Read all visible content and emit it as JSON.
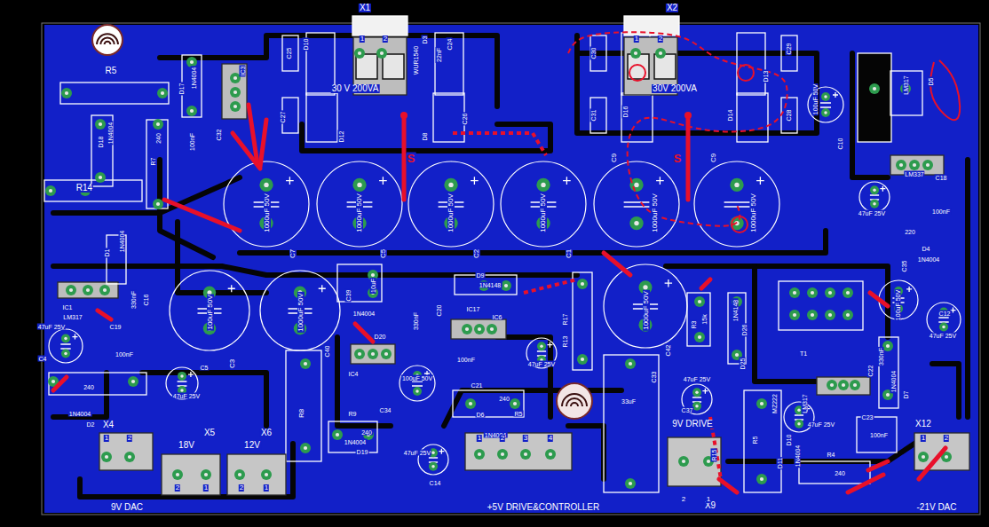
{
  "diagram": {
    "labels": [
      "X1",
      "1",
      "2",
      "30 V 200VA",
      "WUR1540",
      "C25",
      "D10",
      "D3",
      "22nF",
      "C24",
      "C27",
      "D12",
      "D8",
      "C26",
      "X2",
      "1",
      "2",
      "30V 200VA",
      "C30",
      "D13",
      "C29",
      "C31",
      "D16",
      "D14",
      "C28",
      "R5",
      "D17",
      "1N4004",
      "IC3",
      "100nF",
      "C32",
      "D18",
      "1N4004",
      "R7",
      "240",
      "R14",
      "1000uF 50V",
      "C7",
      "1000uF 50V",
      "C5",
      "1000uF 50V",
      "C2",
      "1000uF 50V",
      "C1",
      "1000uF 50V",
      "C9",
      "1000uF 50V",
      "C9",
      "S",
      "S",
      "100uF 50V",
      "C10",
      "LM317",
      "D5",
      "LM337",
      "C18",
      "47uF 25V",
      "100nF",
      "220",
      "D4",
      "1N4004",
      "C35",
      "100uF 50V",
      "C12",
      "47uF 25V",
      "D1",
      "1N4004",
      "IC1",
      "LM317",
      "330nF",
      "C16",
      "47uF 25V",
      "C19",
      "100nF",
      "C4",
      "100uF 50V",
      "C3",
      "1000uF 50V",
      "C5",
      "47uF 25V",
      "240",
      "1N4004",
      "D2",
      "C39",
      "10uF",
      "1N4004",
      "D20",
      "IC4",
      "C40",
      "R8",
      "100uF 50V",
      "C34",
      "R9",
      "240",
      "1N4004",
      "D19",
      "47uF 25V",
      "C14",
      "330nF",
      "C20",
      "D9",
      "1N4148",
      "IC17",
      "IC6",
      "100nF",
      "C21",
      "240",
      "R5",
      "D6",
      "1N4004",
      "47uF 25V",
      "R17",
      "R13",
      "1000uF 50V",
      "C33",
      "C42",
      "33uF",
      "R3",
      "15k",
      "1N4148",
      "D26",
      "D25",
      "47uF 25V",
      "C37",
      "9V DRIVE",
      "X9",
      "R15",
      "R5",
      "T1",
      "MZ222",
      "LM317",
      "47uF 25V",
      "D10",
      "D11",
      "1N4004",
      "R4",
      "240",
      "C23",
      "100nF",
      "C22",
      "330nF",
      "1N4004",
      "D7",
      "X12",
      "-21V DAC",
      "X4",
      "9V DAC",
      "X5",
      "18V",
      "X6",
      "12V",
      "+5V DRIVE&CONTROLLER",
      "1",
      "2",
      "2",
      "1",
      "2",
      "1",
      "1",
      "2",
      "3",
      "4",
      "2",
      "1",
      "1",
      "2"
    ]
  }
}
